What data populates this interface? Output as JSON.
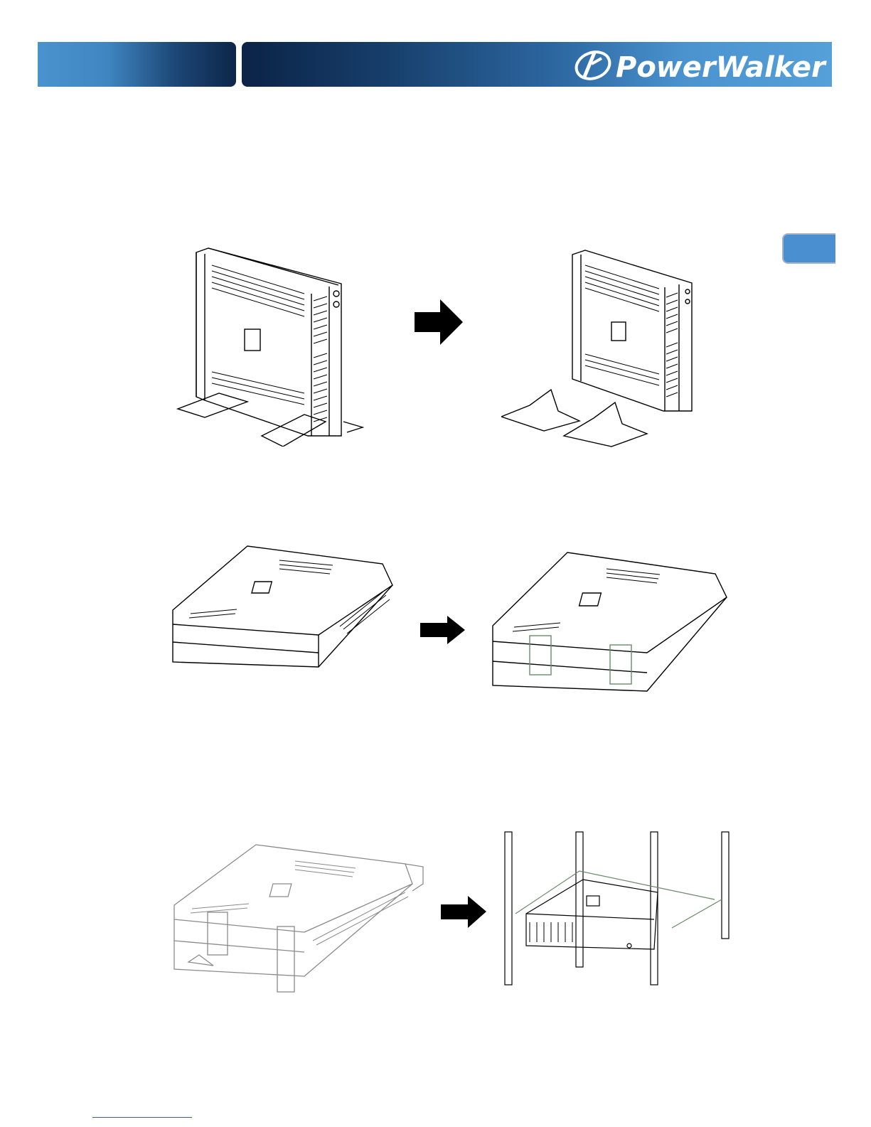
{
  "header": {
    "brand_name": "PowerWalker",
    "brand_color": "#4a93cf",
    "dark_color": "#0d2649"
  },
  "side_tab": {
    "color": "#4a8fd0"
  },
  "figures": [
    {
      "name": "tower-with-stands",
      "icon": "ups-tower-icon"
    },
    {
      "name": "tower-stands-removed",
      "icon": "ups-tower-icon"
    },
    {
      "name": "ups-rack-horizontal",
      "icon": "ups-rack-icon"
    },
    {
      "name": "ups-with-mount-ears",
      "icon": "ups-rack-icon"
    },
    {
      "name": "ups-with-rails",
      "icon": "ups-rack-icon"
    },
    {
      "name": "ups-in-rack",
      "icon": "ups-rack-icon"
    }
  ]
}
